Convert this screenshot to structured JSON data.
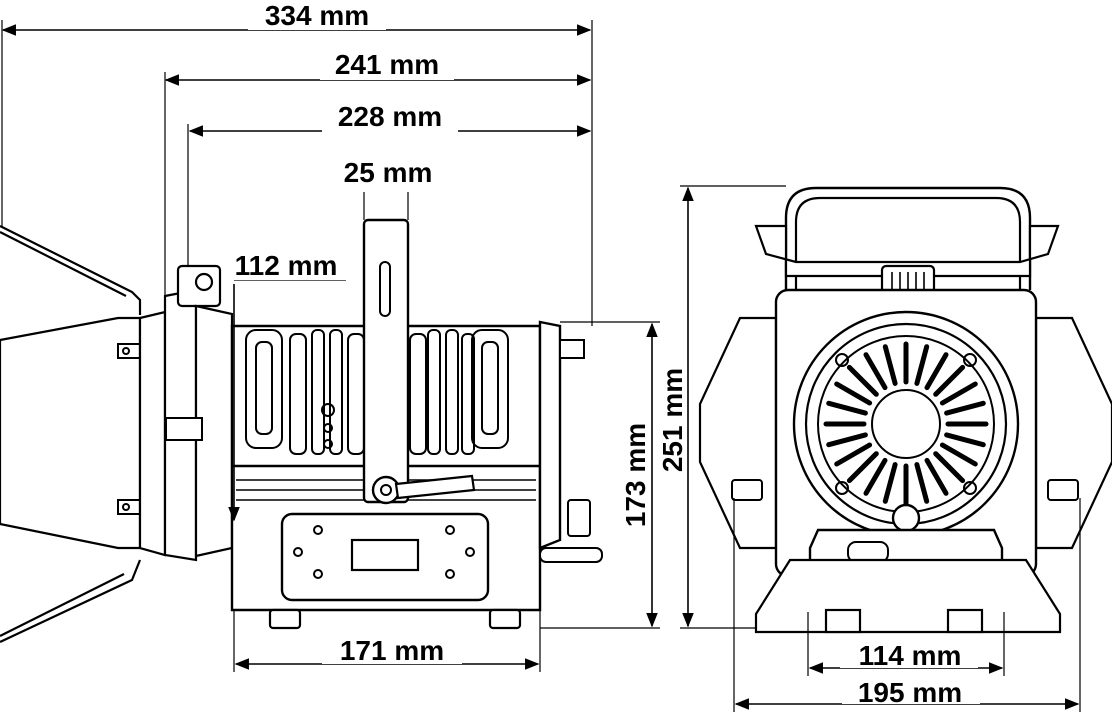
{
  "dimensions": {
    "overall_depth": "334 mm",
    "body_with_yoke": "241 mm",
    "body_depth": "228 mm",
    "yoke_width": "25 mm",
    "lens_offset": "112 mm",
    "body_height": "173 mm",
    "total_height": "251 mm",
    "base_length": "171 mm",
    "base_width": "114 mm",
    "total_width": "195 mm"
  },
  "colors": {
    "line": "#000000",
    "background": "#ffffff"
  }
}
